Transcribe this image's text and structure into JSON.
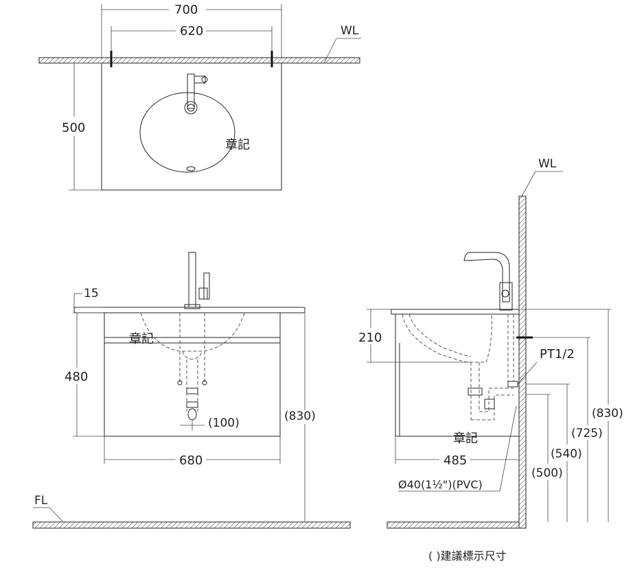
{
  "top_view": {
    "width_outer": "700",
    "width_inner": "620",
    "depth": "500",
    "wall_label": "WL",
    "mark": "章記"
  },
  "front_view": {
    "counter_thickness": "15",
    "cabinet_height": "480",
    "drain_offset": "(100)",
    "total_height": "(830)",
    "cabinet_width": "680",
    "floor_label": "FL",
    "mark": "章記"
  },
  "side_view": {
    "wall_label": "WL",
    "basin_depth": "210",
    "supply_thread": "PT1/2",
    "total_height": "(830)",
    "h_725": "(725)",
    "h_540": "(540)",
    "h_500": "(500)",
    "cabinet_depth": "485",
    "drain_pipe": "Ø40(1½\")(PVC)",
    "mark": "章記"
  },
  "note": "( )建議標示尺寸"
}
